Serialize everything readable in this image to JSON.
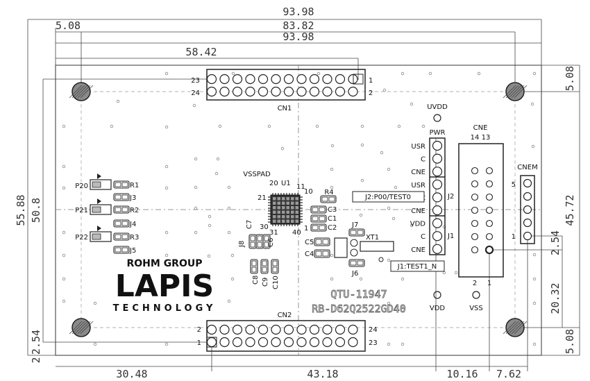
{
  "dimensions": {
    "top_1": "93.98",
    "top_2": "83.82",
    "top_3": "93.98",
    "top_4": "58.42",
    "top_left_small": "5.08",
    "left_outer": "55.88",
    "left_inner": "50.8",
    "left_small_1": "2.54",
    "left_small_2": "2",
    "bottom_1": "30.48",
    "bottom_2": "43.18",
    "bottom_3": "10.16",
    "bottom_4": "7.62",
    "right_1": "5.08",
    "right_2": "45.72",
    "right_3": "2.54",
    "right_4": "20.32",
    "right_5": "5.08"
  },
  "connectors": {
    "cn1": "CN1",
    "cn1_pin_23": "23",
    "cn1_pin_24": "24",
    "cn1_pin_1": "1",
    "cn1_pin_2": "2",
    "cn2": "CN2",
    "cn2_pin_2": "2",
    "cn2_pin_1": "1",
    "cn2_pin_24": "24",
    "cn2_pin_23": "23",
    "cne": "CNE",
    "cne_pins": "14 13",
    "cne_pin_2": "2",
    "cne_pin_1": "1",
    "cnem": "CNEM",
    "cnem_pin_5": "5",
    "cnem_pin_1": "1"
  },
  "power": {
    "uvdd": "UVDD",
    "pwr": "PWR",
    "vdd": "VDD",
    "vss": "VSS",
    "labels": [
      "USR",
      "C",
      "CNE",
      "USR",
      "C",
      "CNE",
      "VDD",
      "C",
      "CNE"
    ],
    "j2": "J2",
    "j1": "J1",
    "j2_label": "J2:P00/TEST0",
    "j1_label": "J1:TEST1_N"
  },
  "components": {
    "vsspad": "VSSPAD",
    "u1": "U1",
    "u1_pin_20": "20",
    "u1_pin_11": "11",
    "u1_pin_10": "10",
    "u1_pin_21": "21",
    "u1_pin_30": "30",
    "u1_pin_31": "31",
    "u1_pin_40": "40",
    "u1_pin_1": "1",
    "r4": "R4",
    "c3": "C3",
    "c1": "C1",
    "c2": "C2",
    "c7": "C7",
    "c6": "C6",
    "c5": "C5",
    "c4": "C4",
    "j8": "J8",
    "j7": "J7",
    "j6": "J6",
    "xt1": "XT1",
    "c8": "C8",
    "c9": "C9",
    "c10": "C10",
    "p20": "P20",
    "p21": "P21",
    "p22": "P22",
    "r1": "R1",
    "r2": "R2",
    "r3": "R3",
    "j3": "J3",
    "j4": "J4",
    "j5": "J5"
  },
  "branding": {
    "group": "ROHM GROUP",
    "logo": "LAPIS",
    "tech": "TECHNOLOGY",
    "model": "QTU-11947",
    "part": "RB-D62Q2522GD40"
  }
}
